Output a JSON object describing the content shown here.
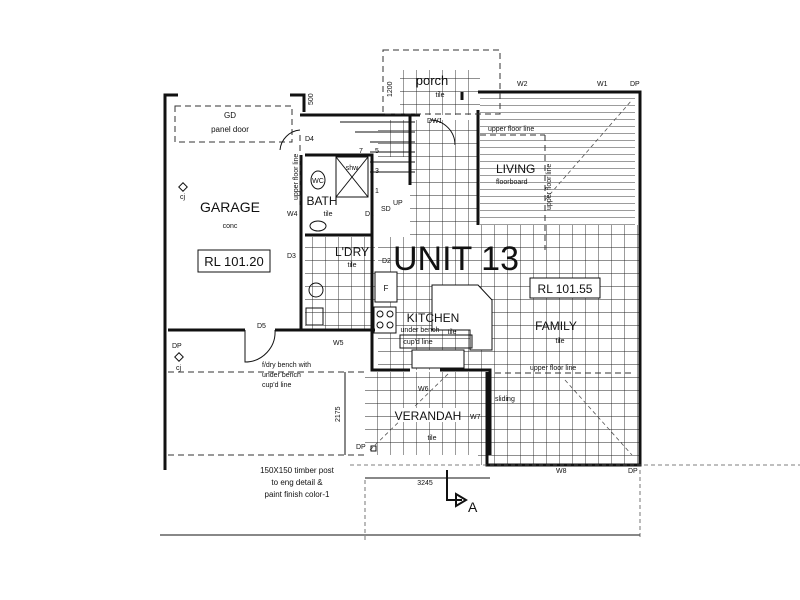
{
  "plan": {
    "unit_label": "UNIT 13",
    "section_marker": "A",
    "rooms": {
      "garage": {
        "name": "GARAGE",
        "finish": "conc",
        "level": "RL 101.20",
        "door_code": "GD",
        "door_type": "panel door"
      },
      "porch": {
        "name": "porch",
        "finish": "tile",
        "dimension": "1200"
      },
      "living": {
        "name": "LIVING",
        "finish": "floorboard"
      },
      "bath": {
        "name": "BATH",
        "finish": "tile",
        "shower": "shw",
        "wc": "WC"
      },
      "laundry": {
        "name": "L'DRY",
        "finish": "tile"
      },
      "kitchen": {
        "name": "KITCHEN",
        "note1": "under bench",
        "note2": "cup'd line",
        "finish": "tile",
        "fridge": "F"
      },
      "family": {
        "name": "FAMILY",
        "finish": "tile",
        "level": "RL 101.55"
      },
      "verandah": {
        "name": "VERANDAH",
        "finish": "tile"
      }
    },
    "labels": {
      "w1": "W1",
      "w2": "W2",
      "w4": "W4",
      "w5": "W5",
      "w6": "W6",
      "w7": "W7",
      "w8": "W8",
      "d1": "D1",
      "d2": "D2",
      "d3": "D3",
      "d4": "D4",
      "d5": "D5",
      "dw1": "DW1",
      "dp": "DP",
      "cj": "cj",
      "sd": "SD",
      "up": "UP",
      "sliding": "sliding",
      "upper_floor_line": "upper floor line",
      "garage_dim": "500",
      "stairs": [
        "7",
        "5",
        "3",
        "1"
      ]
    },
    "notes": {
      "laundry_bench": [
        "f/dry bench with",
        "under bench",
        "cup'd line"
      ],
      "timber_post": [
        "150X150 timber post",
        "to eng detail &",
        "paint finish color-1"
      ]
    },
    "dimensions": {
      "verandah_depth": "2175",
      "verandah_width": "3245"
    }
  }
}
